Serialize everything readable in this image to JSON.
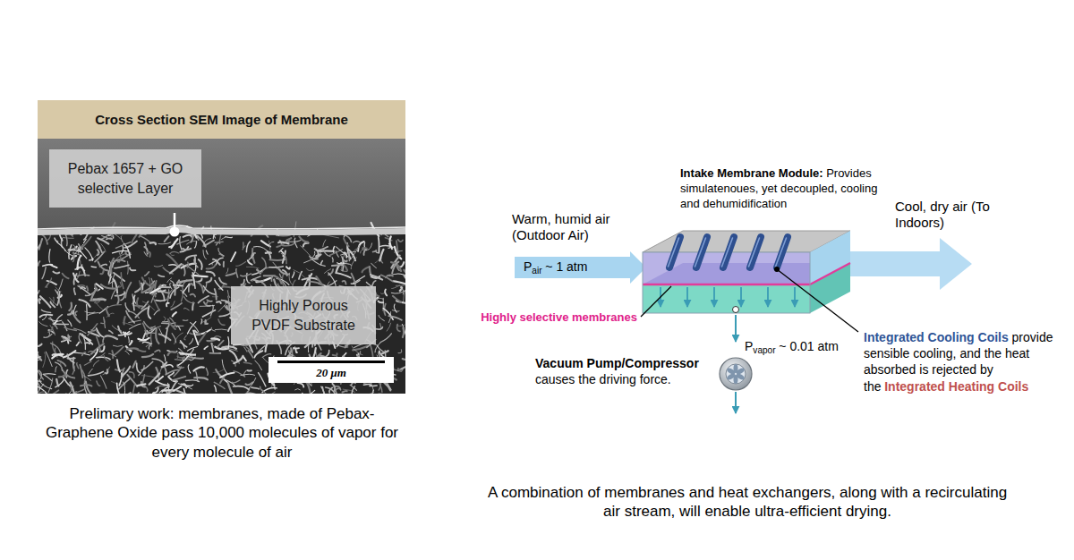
{
  "diagram": {
    "nodes": [
      {
        "text": [
          "Cross Section SEM Image of Membrane"
        ]
      },
      {
        "text": [
          "Pebax 1657 + GO selective Layer"
        ],
        "in": 0
      },
      {
        "text": [
          "Highly Porous PVDF Substrate"
        ],
        "in": 0
      },
      {
        "text": [
          "20 μm"
        ],
        "in": 0
      }
    ],
    "labels": [
      "Prelimary work: membranes, made of Pebax-Graphene Oxide pass 10,000 molecules of vapor for every molecule of air",
      "Intake Membrane Module:",
      "Provides simulatenoues, yet decoupled, cooling and dehumidification",
      "Warm, humid air (Outdoor Air)",
      "Cool, dry air (To Indoors)",
      "P",
      "air",
      "~ 1 atm",
      "Highly selective membranes",
      "P",
      "vapor",
      "~ 0.01 atm",
      "Vacuum Pump/Compressor",
      "causes the driving force.",
      "Integrated Cooling Coils",
      "provide sensible cooling, and the heat absorbed is rejected by the",
      "Integrated Heating Coils",
      "A combination of membranes and heat exchangers, along with a recirculating air stream, will enable ultra-efficient drying."
    ]
  }
}
